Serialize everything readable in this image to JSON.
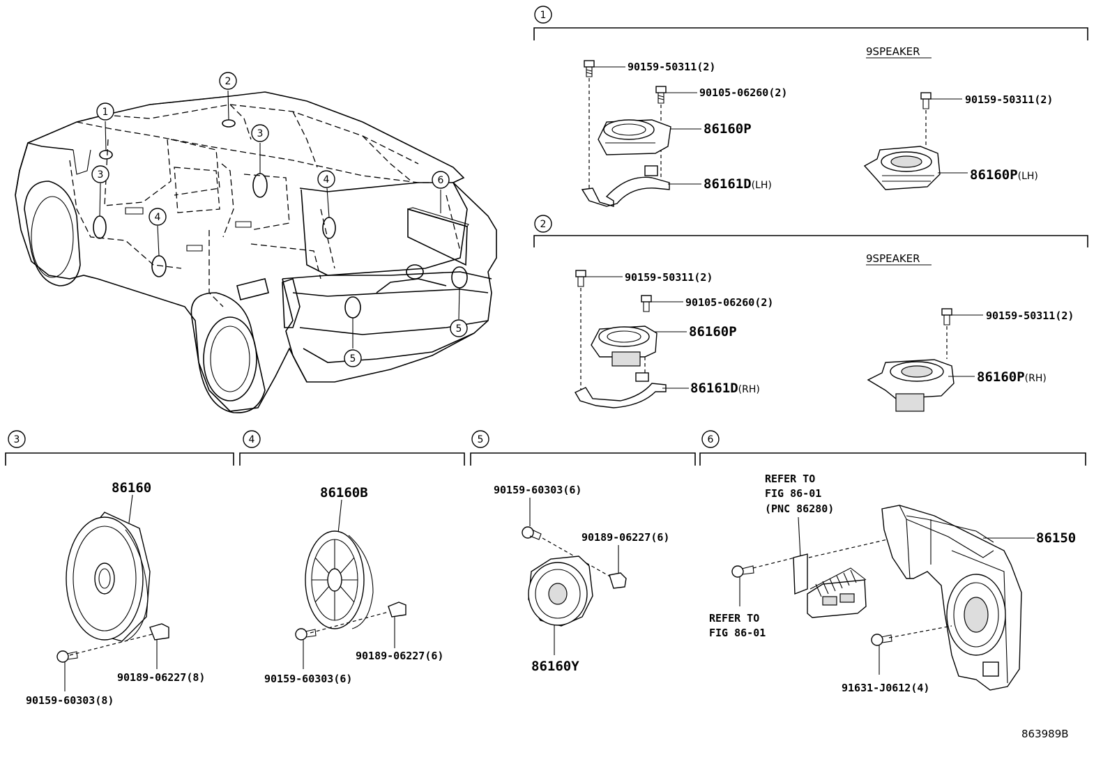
{
  "callouts": [
    "1",
    "2",
    "3",
    "4",
    "5",
    "6"
  ],
  "sections": {
    "s1": {
      "number": "1",
      "variant": "9SPEAKER",
      "parts": {
        "bolt_a": "90159-50311(2)",
        "bolt_b": "90105-06260(2)",
        "speaker": "86160P",
        "bracket": "86161D",
        "bracket_side": "(LH)",
        "bolt_c": "90159-50311(2)",
        "speaker_9": "86160P",
        "speaker_9_side": "(LH)"
      }
    },
    "s2": {
      "number": "2",
      "variant": "9SPEAKER",
      "parts": {
        "bolt_a": "90159-50311(2)",
        "bolt_b": "90105-06260(2)",
        "speaker": "86160P",
        "bracket": "86161D",
        "bracket_side": "(RH)",
        "bolt_c": "90159-50311(2)",
        "speaker_9": "86160P",
        "speaker_9_side": "(RH)"
      }
    },
    "s3": {
      "number": "3",
      "parts": {
        "speaker": "86160",
        "clip": "90189-06227(8)",
        "screw": "90159-60303(8)"
      }
    },
    "s4": {
      "number": "4",
      "parts": {
        "speaker": "86160B",
        "clip": "90189-06227(6)",
        "screw": "90159-60303(6)"
      }
    },
    "s5": {
      "number": "5",
      "parts": {
        "screw": "90159-60303(6)",
        "clip": "90189-06227(6)",
        "speaker": "86160Y"
      }
    },
    "s6": {
      "number": "6",
      "refer_1": [
        "REFER TO",
        "FIG 86-01",
        "(PNC 86280)"
      ],
      "refer_2": [
        "REFER TO",
        "FIG 86-01"
      ],
      "parts": {
        "woofer": "86150",
        "bolt": "91631-J0612(4)"
      }
    }
  },
  "footer_code": "863989B"
}
